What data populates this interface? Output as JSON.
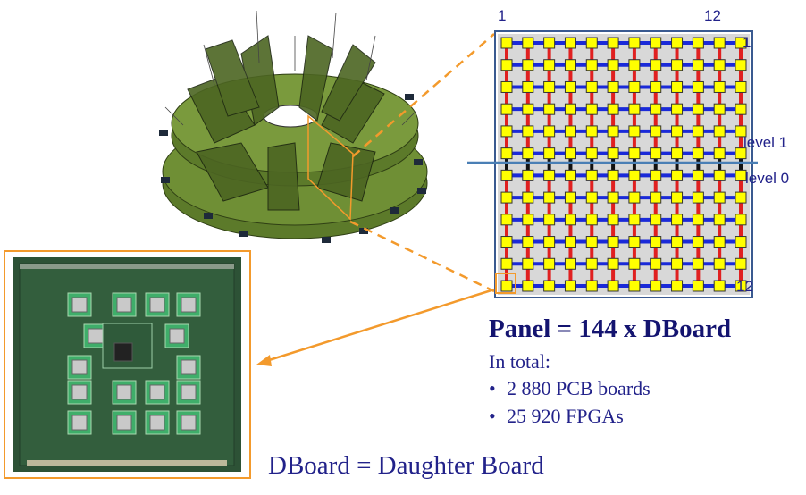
{
  "grid": {
    "col_start": "1",
    "col_end": "12",
    "row_start": "1",
    "row_end": "12",
    "level_upper": "level 1",
    "level_lower": "level 0",
    "columns": 12,
    "rows": 12
  },
  "panel": {
    "title": "Panel = 144 x DBoard",
    "in_total": "In total:",
    "bullets": [
      "2 880 PCB boards",
      "25 920 FPGAs"
    ]
  },
  "legend": {
    "definition": "DBoard = Daughter Board"
  },
  "colors": {
    "node": "#ffff00",
    "node_border": "#333333",
    "horizontal_link": "#1a2ad8",
    "vertical_link": "#e02020",
    "level_line": "#4a7fb5",
    "panel_border": "#3a5a90",
    "callout": "#f39a2c",
    "detector": "#556b2f"
  }
}
